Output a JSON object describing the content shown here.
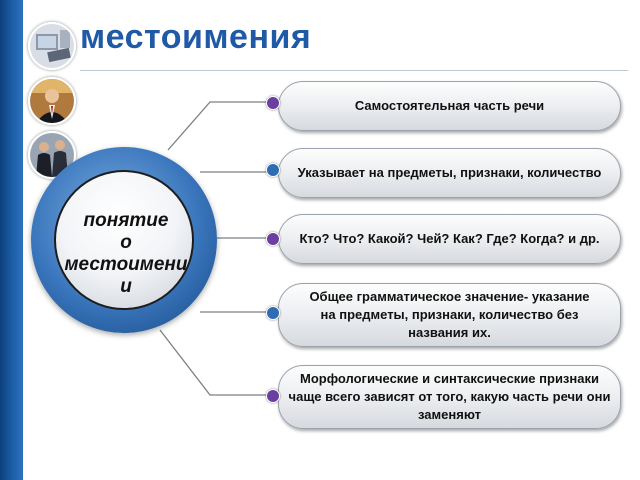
{
  "title": "местоимения",
  "center": {
    "label": "понятие\nо\nместоимени\nи"
  },
  "nodes": [
    {
      "text": "Самостоятельная часть речи",
      "dot": "purple"
    },
    {
      "text": "Указывает на предметы, признаки, количество",
      "dot": "blue"
    },
    {
      "text": "Кто? Что? Какой? Чей? Как? Где? Когда? и др.",
      "dot": "purple"
    },
    {
      "text": "Общее грамматическое значение- указание на предметы, признаки, количество без названия их.",
      "dot": "blue"
    },
    {
      "text": "Морфологические и синтаксические признаки чаще всего зависят от того, какую часть речи они заменяют",
      "dot": "purple"
    }
  ],
  "colors": {
    "title": "#1f5aa6",
    "sidebar": "#1c5fa8",
    "dot_purple": "#6b3fa0",
    "dot_blue": "#2e6db4",
    "connector": "#7b7f86"
  },
  "sidebar_images": [
    "computer-photo",
    "businessman-photo",
    "business-people-photo"
  ]
}
